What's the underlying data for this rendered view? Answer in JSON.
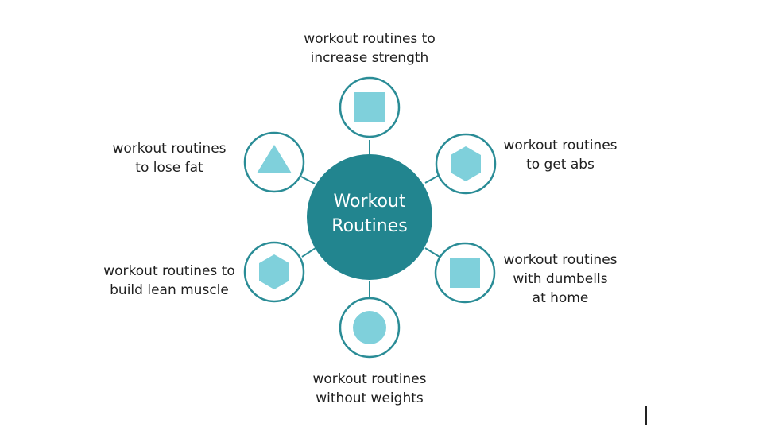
{
  "center": {
    "line1": "Workout",
    "line2": "Routines"
  },
  "nodes": [
    {
      "icon": "square-icon",
      "lines": [
        "workout routines to",
        "increase strength"
      ]
    },
    {
      "icon": "hexagon-icon",
      "lines": [
        "workout routines",
        "to get abs"
      ]
    },
    {
      "icon": "square-icon",
      "lines": [
        "workout routines",
        "with dumbells",
        "at home"
      ]
    },
    {
      "icon": "circle-icon",
      "lines": [
        "workout routines",
        "without weights"
      ]
    },
    {
      "icon": "hexagon-icon",
      "lines": [
        "workout routines to",
        "build lean muscle"
      ]
    },
    {
      "icon": "triangle-icon",
      "lines": [
        "workout routines",
        "to lose fat"
      ]
    }
  ],
  "colors": {
    "hub": "#22858f",
    "ring": "#2a8c96",
    "icon_fill": "#7fd0db",
    "text": "#1f1f1f"
  }
}
